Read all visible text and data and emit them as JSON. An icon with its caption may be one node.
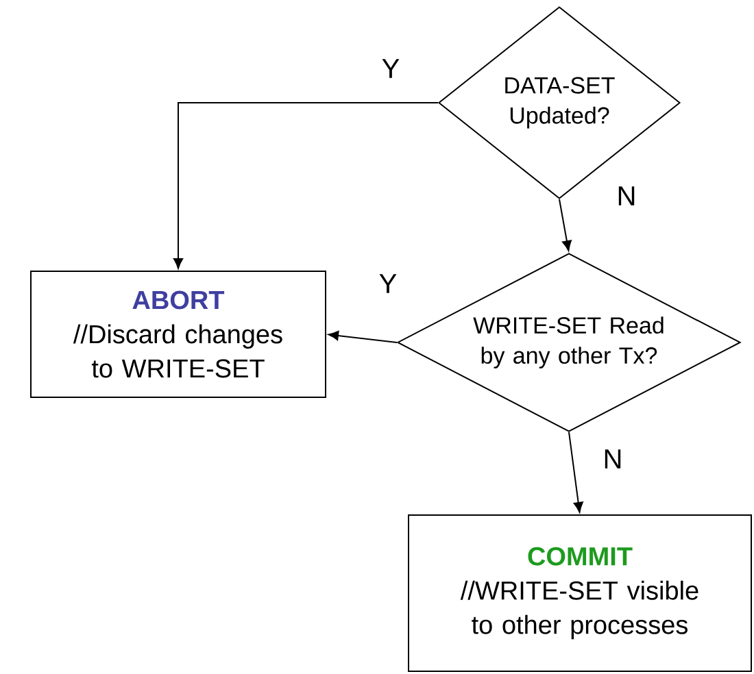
{
  "diagram": {
    "nodes": [
      {
        "text": [
          "DATA-SET Updated?"
        ]
      },
      {
        "text": [
          "ABORT",
          "//Discard changes to WRITE-SET"
        ]
      },
      {
        "text": [
          "WRITE-SET Read by any other Tx?"
        ]
      },
      {
        "text": [
          "COMMIT",
          "//WRITE-SET visible to other processes"
        ]
      }
    ],
    "edges": [
      {
        "from": 0,
        "to": 1,
        "arrow": "to",
        "label": "Y"
      },
      {
        "from": 0,
        "to": 2,
        "arrow": "to",
        "label": "N"
      },
      {
        "from": 2,
        "to": 1,
        "arrow": "to",
        "label": "Y"
      },
      {
        "from": 2,
        "to": 3,
        "arrow": "to",
        "label": "N"
      }
    ]
  }
}
